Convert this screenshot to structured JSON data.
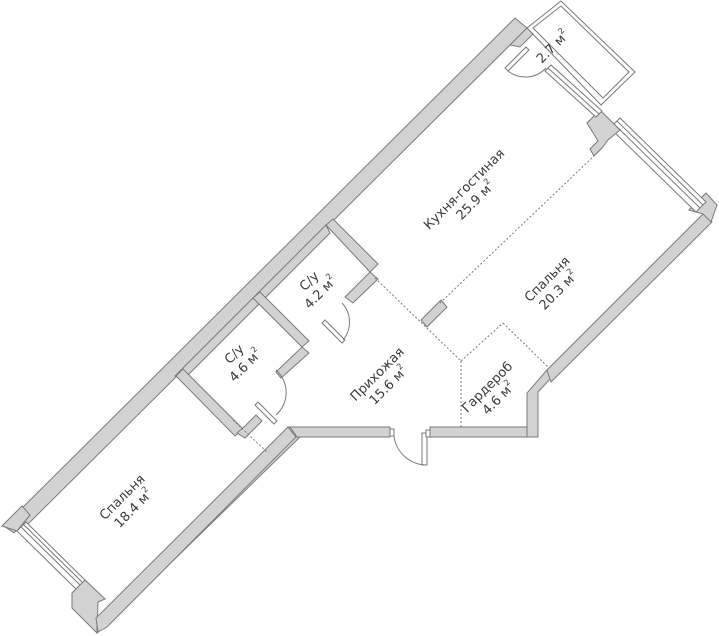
{
  "plan": {
    "unit": "м",
    "unit_sup": "2",
    "colors": {
      "wall_fill": "#d2d2d2",
      "wall_stroke": "#7a7a7a",
      "text": "#3a3a3a",
      "background": "#ffffff"
    },
    "rooms": [
      {
        "name": "Кухня-гостиная",
        "area": "25.9 м"
      },
      {
        "name": "Спальня",
        "area": "20.3 м"
      },
      {
        "name": "Спальня",
        "area": "18.4 м"
      },
      {
        "name": "Прихожая",
        "area": "15.6 м"
      },
      {
        "name": "С/у",
        "area": "4.2 м"
      },
      {
        "name": "С/у",
        "area": "4.6 м"
      },
      {
        "name": "Гардероб",
        "area": "4.6 м"
      },
      {
        "name": "",
        "area": "2.7 м"
      }
    ]
  }
}
